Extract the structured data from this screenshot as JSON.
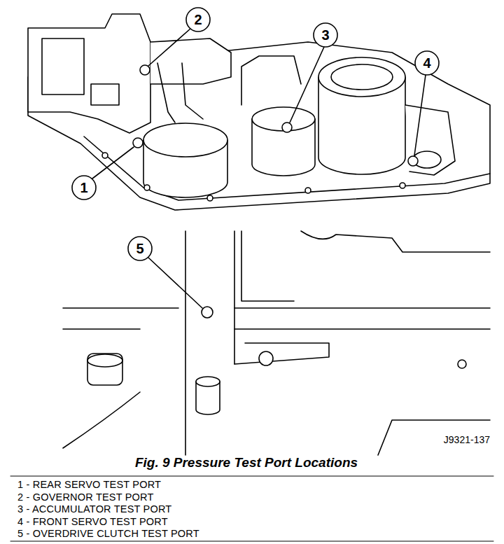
{
  "diagram": {
    "caption": "Fig. 9 Pressure Test Port Locations",
    "labels": [
      "2",
      "3",
      "4",
      "1",
      "5",
      "J9321-137",
      "1 - REAR SERVO TEST PORT",
      "2 - GOVERNOR TEST PORT",
      "3 - ACCUMULATOR TEST PORT",
      "4 - FRONT SERVO TEST PORT",
      "5 - OVERDRIVE CLUTCH TEST PORT"
    ]
  }
}
